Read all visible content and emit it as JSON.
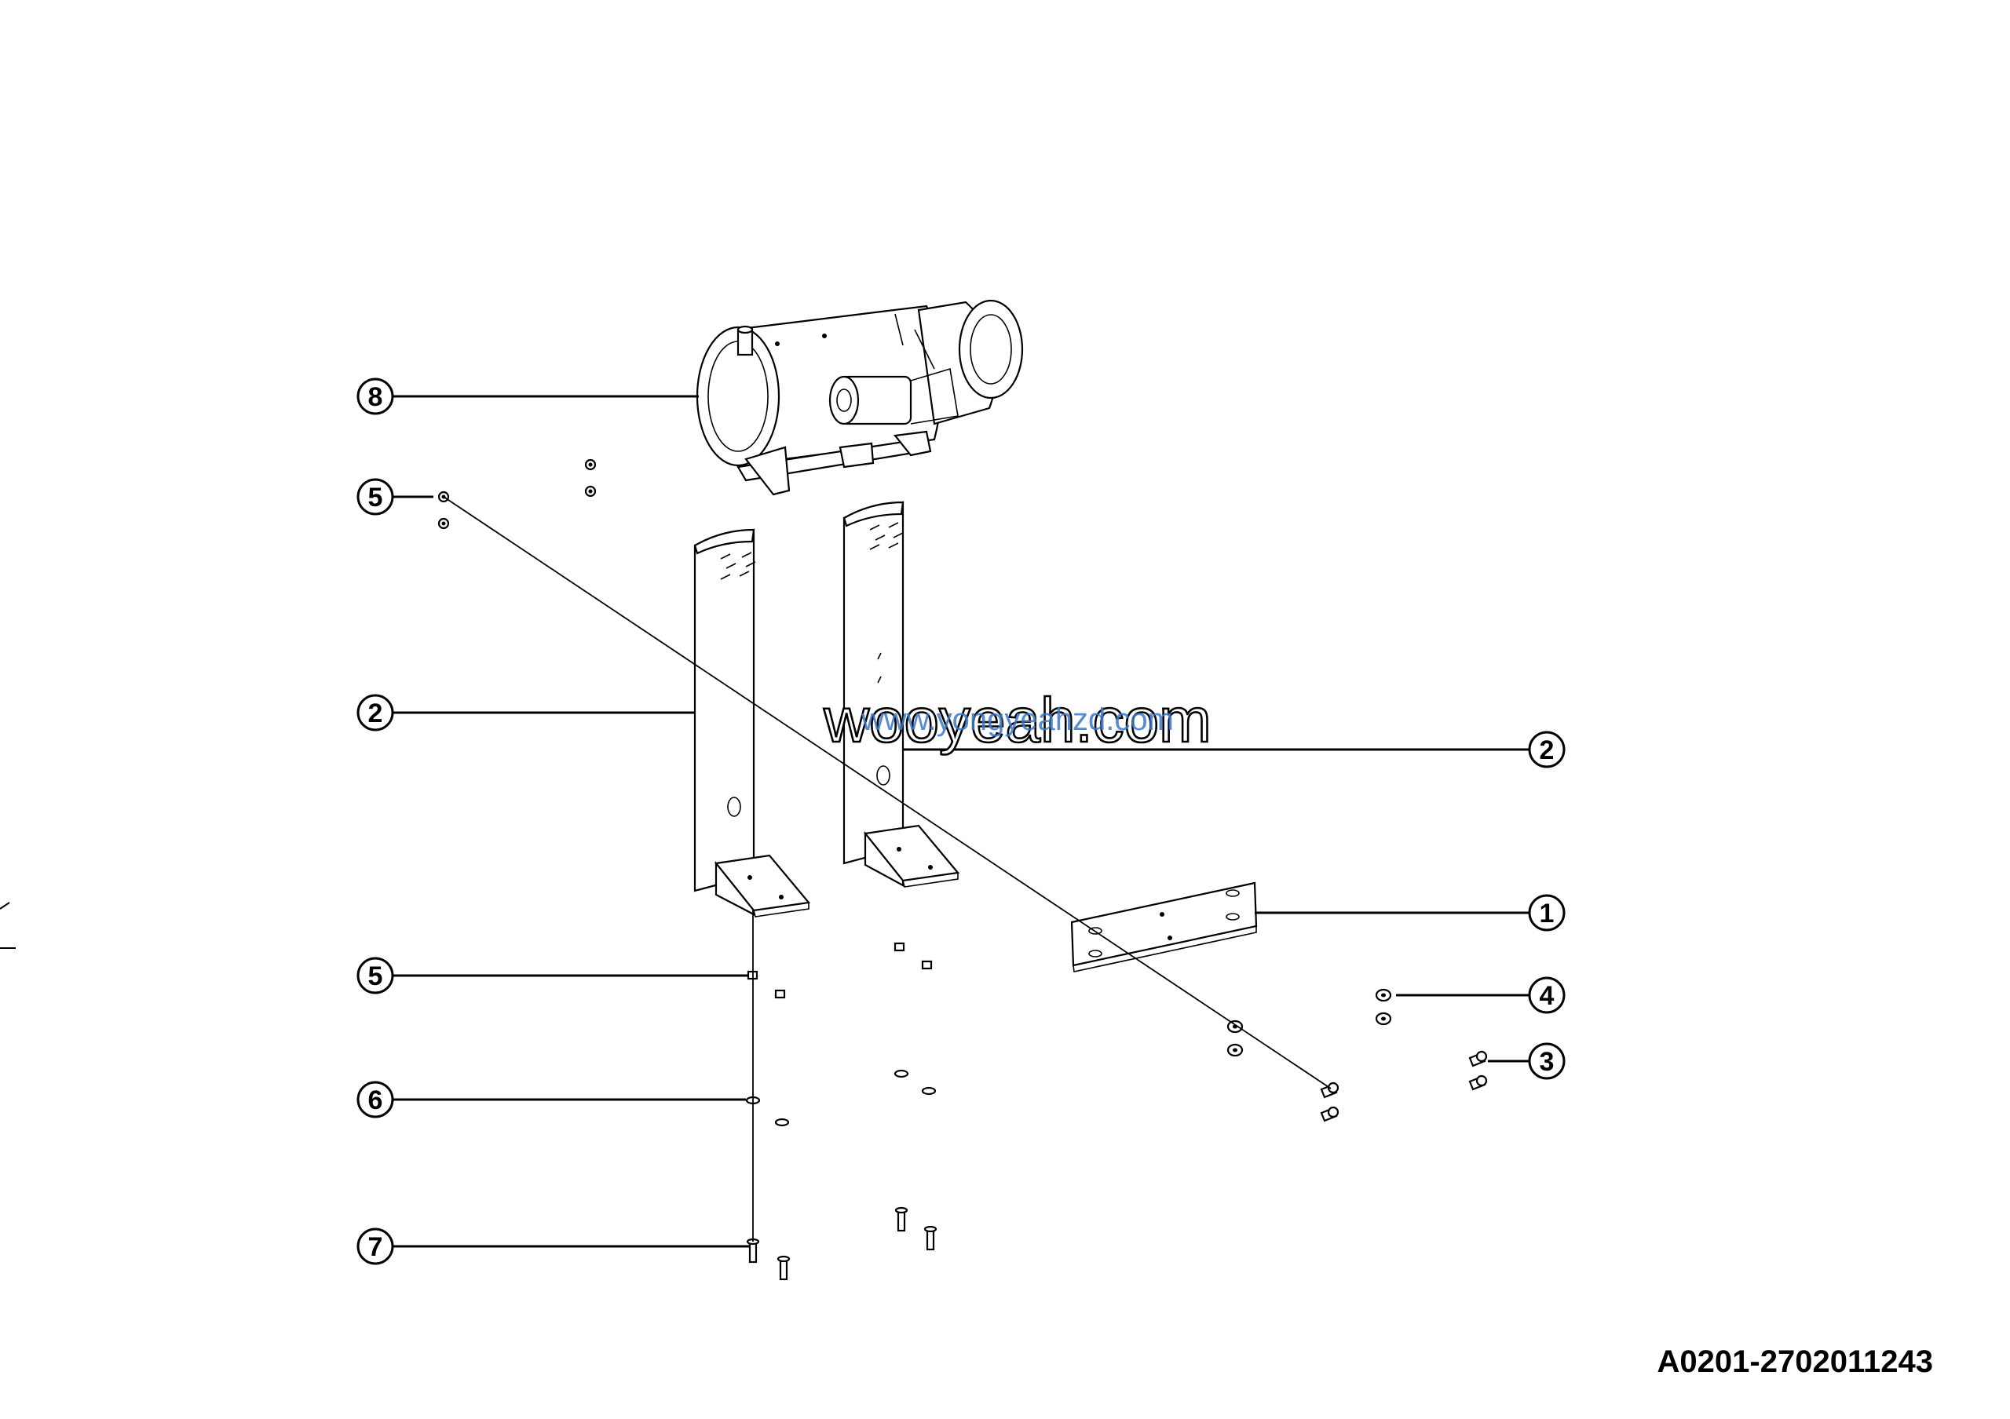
{
  "callouts": {
    "c1": "1",
    "c2_left": "2",
    "c2_right": "2",
    "c3": "3",
    "c4": "4",
    "c5_top": "5",
    "c5_bottom": "5",
    "c6": "6",
    "c7": "7",
    "c8": "8"
  },
  "watermark": {
    "dark_text": "wooyeah.com",
    "blue_text": "www.yongyeahzd.com"
  },
  "document_code": "A0201-2702011243",
  "parts": {
    "1": "mounting-plate",
    "2": "support-bracket",
    "3": "bolt",
    "4": "washer",
    "5": "nut",
    "6": "washer",
    "7": "bolt",
    "8": "heater-unit"
  }
}
